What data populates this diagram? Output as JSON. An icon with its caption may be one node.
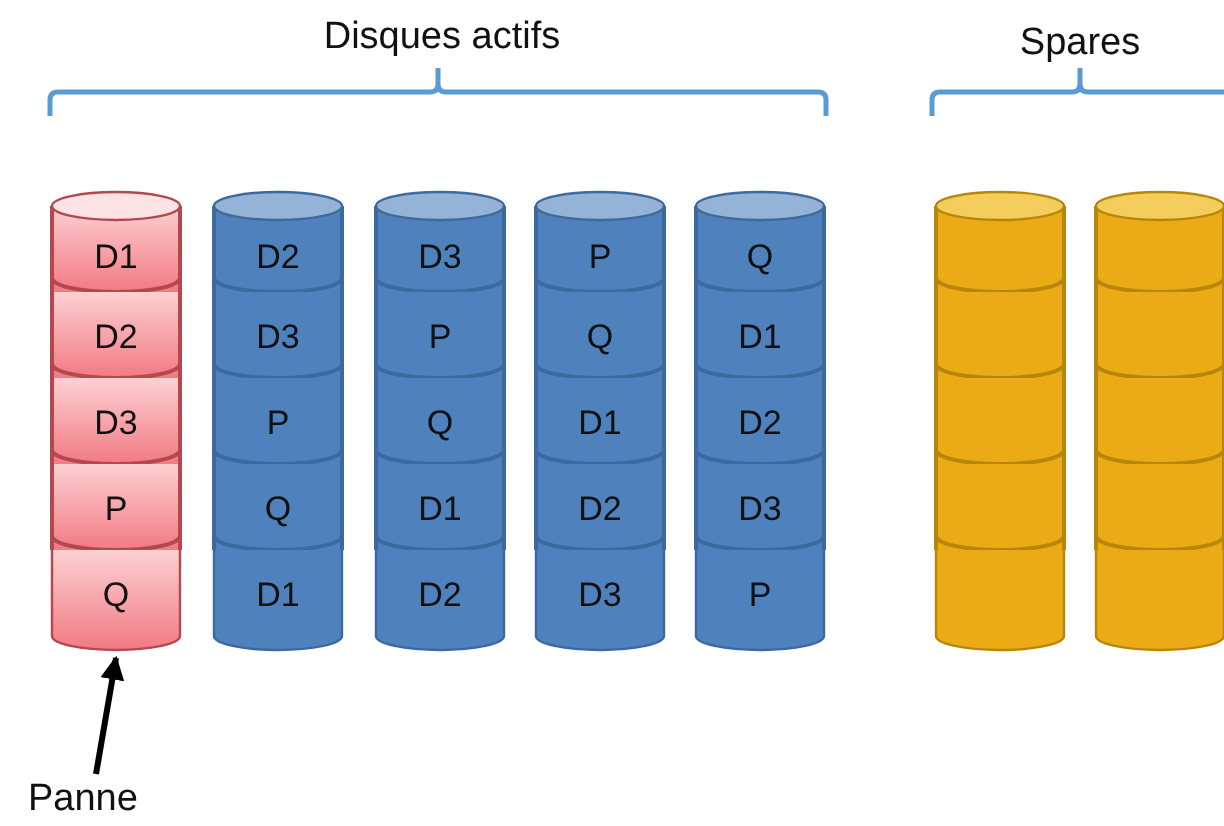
{
  "diagram": {
    "nodes": [
      {
        "text": [],
        "shape": "cylinder"
      },
      {
        "text": [
          "D1"
        ],
        "in": 0
      },
      {
        "text": [
          "D2"
        ],
        "in": 0
      },
      {
        "text": [
          "D3"
        ],
        "in": 0
      },
      {
        "text": [
          "P"
        ],
        "in": 0
      },
      {
        "text": [
          "Q"
        ],
        "in": 0
      },
      {
        "text": [],
        "shape": "cylinder"
      },
      {
        "text": [
          "D2"
        ],
        "in": 6
      },
      {
        "text": [
          "D3"
        ],
        "in": 6
      },
      {
        "text": [
          "P"
        ],
        "in": 6
      },
      {
        "text": [
          "Q"
        ],
        "in": 6
      },
      {
        "text": [
          "D1"
        ],
        "in": 6
      },
      {
        "text": [],
        "shape": "cylinder"
      },
      {
        "text": [
          "D3"
        ],
        "in": 12
      },
      {
        "text": [
          "P"
        ],
        "in": 12
      },
      {
        "text": [
          "Q"
        ],
        "in": 12
      },
      {
        "text": [
          "D1"
        ],
        "in": 12
      },
      {
        "text": [
          "D2"
        ],
        "in": 12
      },
      {
        "text": [],
        "shape": "cylinder"
      },
      {
        "text": [
          "P"
        ],
        "in": 18
      },
      {
        "text": [
          "Q"
        ],
        "in": 18
      },
      {
        "text": [
          "D1"
        ],
        "in": 18
      },
      {
        "text": [
          "D2"
        ],
        "in": 18
      },
      {
        "text": [
          "D3"
        ],
        "in": 18
      },
      {
        "text": [],
        "shape": "cylinder"
      },
      {
        "text": [
          "Q"
        ],
        "in": 24
      },
      {
        "text": [
          "D1"
        ],
        "in": 24
      },
      {
        "text": [
          "D2"
        ],
        "in": 24
      },
      {
        "text": [
          "D3"
        ],
        "in": 24
      },
      {
        "text": [
          "P"
        ],
        "in": 24
      },
      {
        "text": [],
        "shape": "cylinder"
      },
      {
        "text": [],
        "shape": "box",
        "in": 30
      },
      {
        "text": [],
        "shape": "box",
        "in": 30
      },
      {
        "text": [],
        "shape": "box",
        "in": 30
      },
      {
        "text": [],
        "shape": "box",
        "in": 30
      },
      {
        "text": [],
        "shape": "box",
        "in": 30
      },
      {
        "text": [],
        "shape": "cylinder"
      },
      {
        "text": [],
        "shape": "box",
        "in": 36
      },
      {
        "text": [],
        "shape": "box",
        "in": 36
      },
      {
        "text": [],
        "shape": "box",
        "in": 36
      },
      {
        "text": [],
        "shape": "box",
        "in": 36
      },
      {
        "text": [],
        "shape": "box",
        "in": 36
      },
      {
        "text": [
          "Panne"
        ]
      }
    ],
    "edges": [
      {
        "from": 42,
        "to": 0,
        "arrow": "to"
      }
    ],
    "labels": [
      "Disques actifs",
      "Spares"
    ]
  }
}
